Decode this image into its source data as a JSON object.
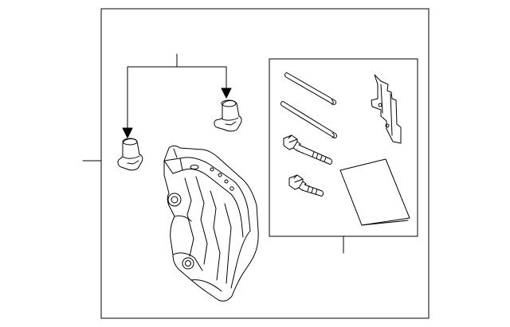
{
  "diagram": {
    "kind": "exploded parts diagram",
    "parts": [
      "caliper-assembly",
      "bleeder-screw",
      "bleeder-screw",
      "hardware-kit",
      "guide-pin",
      "guide-pin",
      "mounting-bolt",
      "mounting-bolt",
      "anti-rattle-clip",
      "instruction-sheet"
    ],
    "colors": {
      "line": "#000000",
      "background": "#ffffff"
    }
  }
}
